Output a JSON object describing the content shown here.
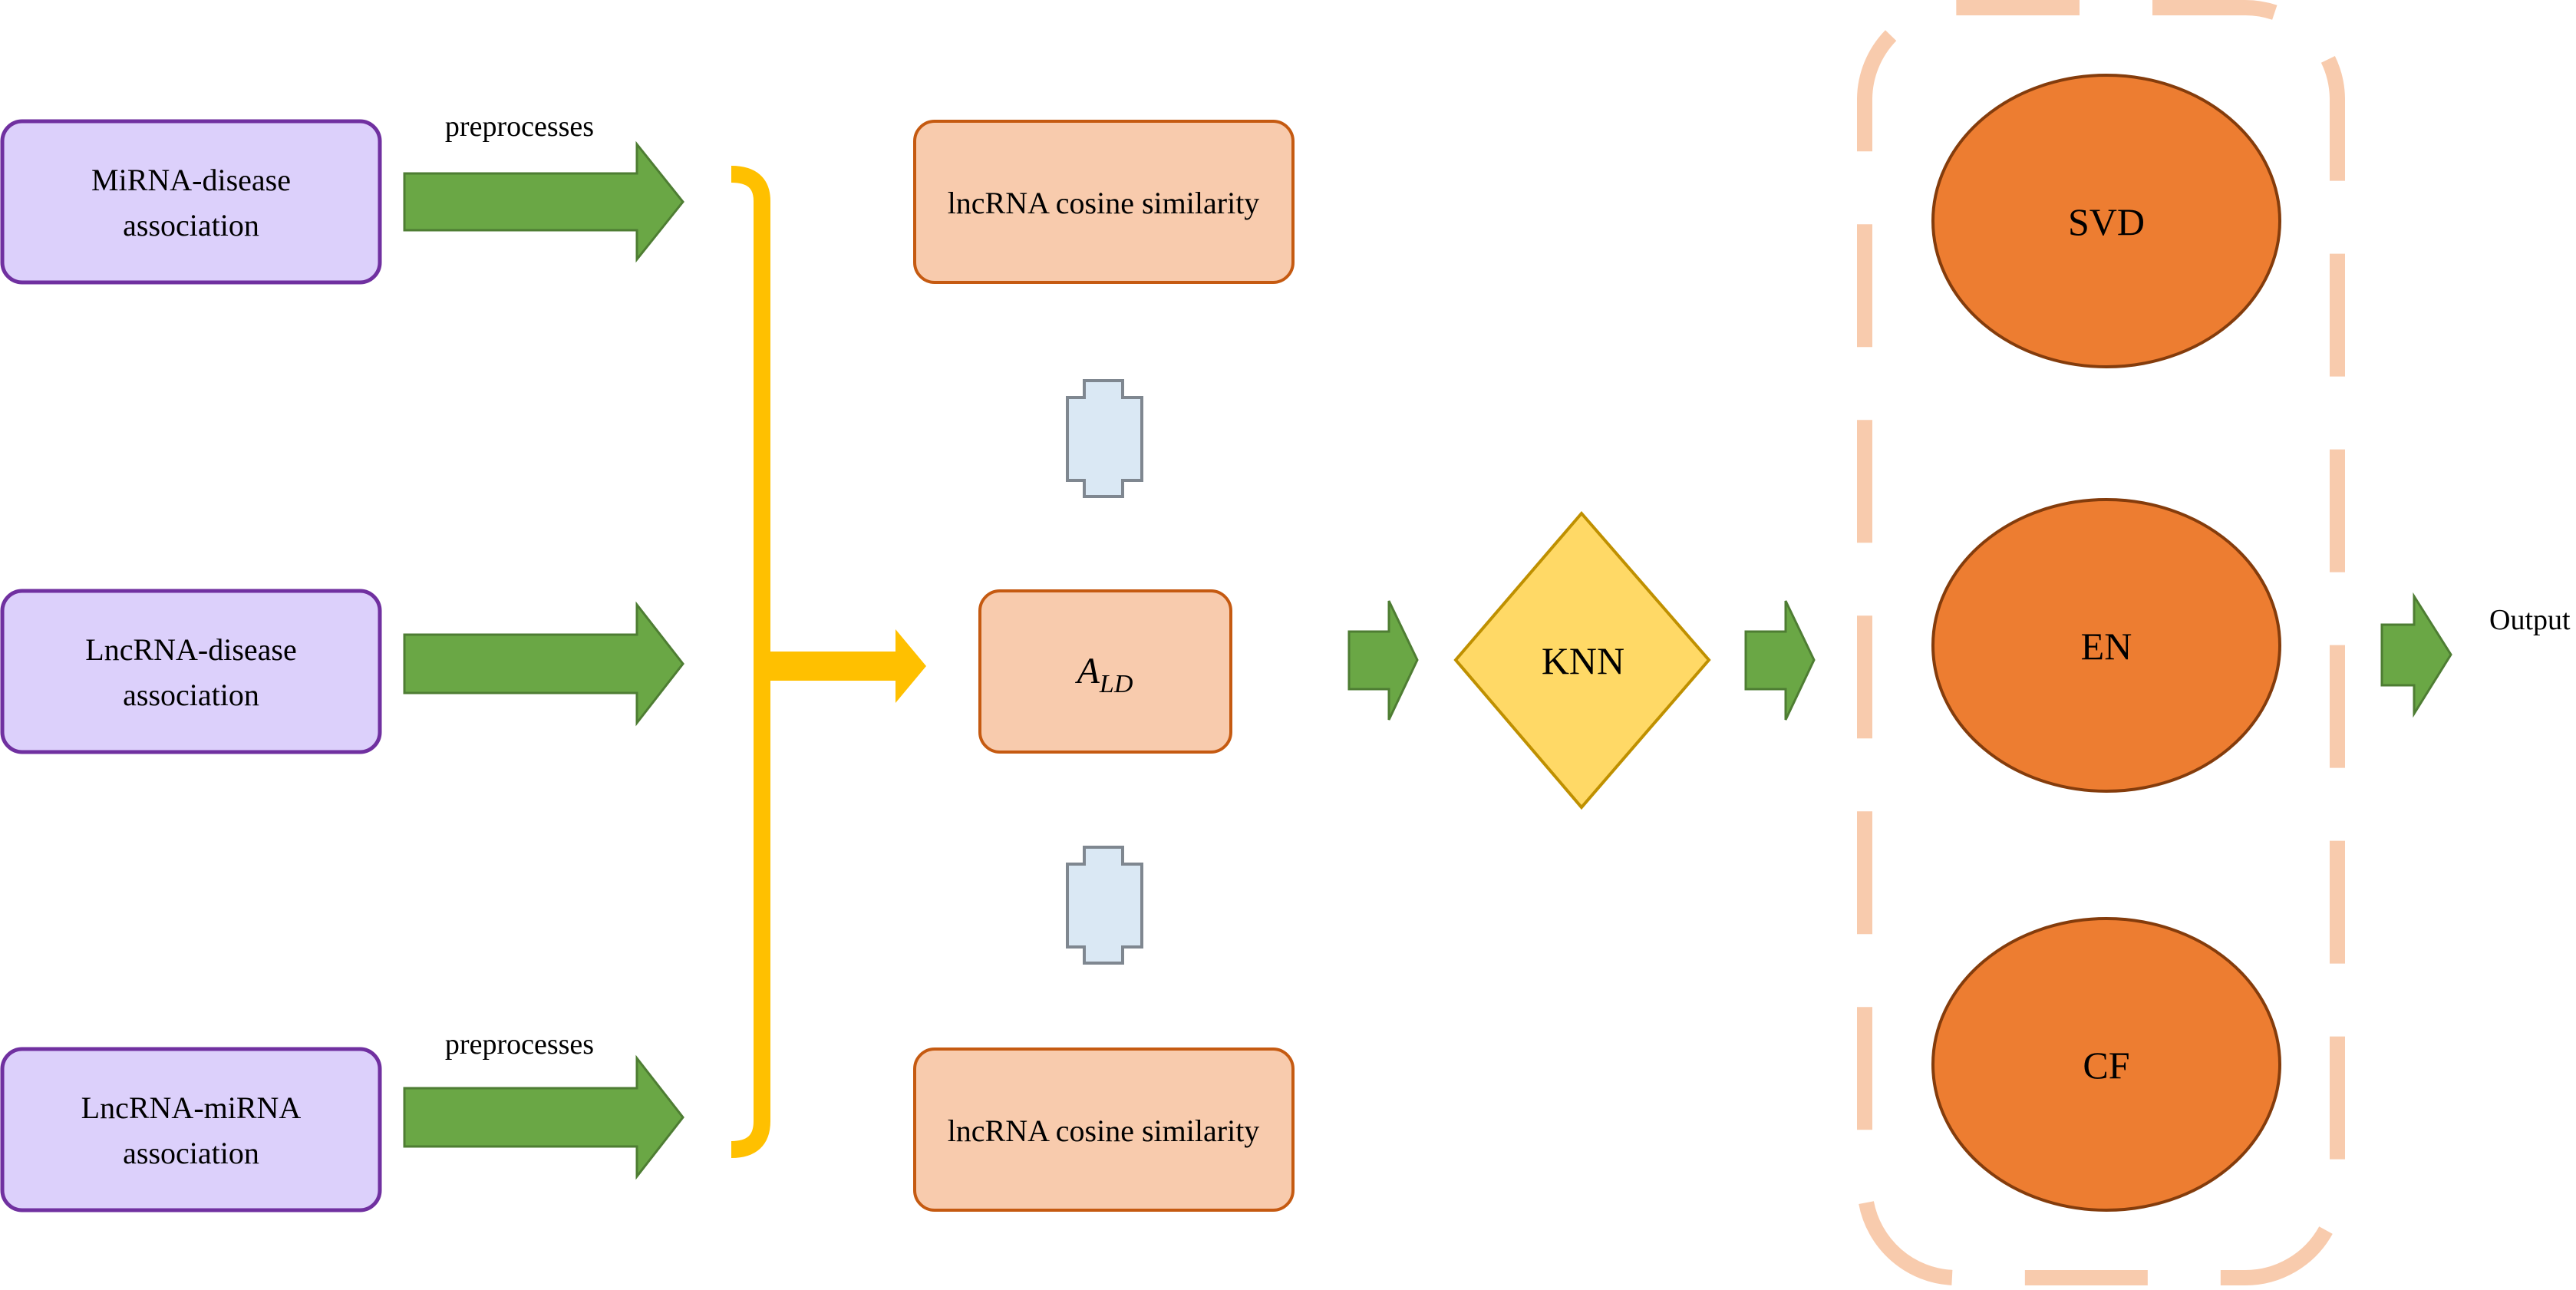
{
  "inputs": {
    "mirna_disease": {
      "line1": "MiRNA-disease",
      "line2": "association"
    },
    "lncrna_disease": {
      "line1": "LncRNA-disease",
      "line2": "association"
    },
    "lncrna_mirna": {
      "line1": "LncRNA-miRNA",
      "line2": "association"
    }
  },
  "arrow_labels": {
    "top": "preprocesses",
    "bottom": "preprocesses"
  },
  "middle": {
    "sim_top": "lncRNA cosine similarity",
    "ald_main": "A",
    "ald_sub": "LD",
    "sim_bottom": "lncRNA cosine similarity"
  },
  "knn": "KNN",
  "models": {
    "svd": "SVD",
    "en": "EN",
    "cf": "CF"
  },
  "output": "Output",
  "colors": {
    "input_fill": "#dcd0fb",
    "input_stroke": "#7030a0",
    "arrow_green": "#6aa745",
    "arrow_green_stroke": "#4e7d33",
    "bracket": "#ffc000",
    "sim_fill": "#f8cbad",
    "sim_stroke": "#c55a11",
    "cross_fill": "#dae8f4",
    "cross_stroke": "#7f8790",
    "knn_fill": "#ffd966",
    "knn_stroke": "#bf9000",
    "ellipse_fill": "#ed7d31",
    "ellipse_stroke": "#843c0c",
    "dash_border": "#f8cbad"
  }
}
